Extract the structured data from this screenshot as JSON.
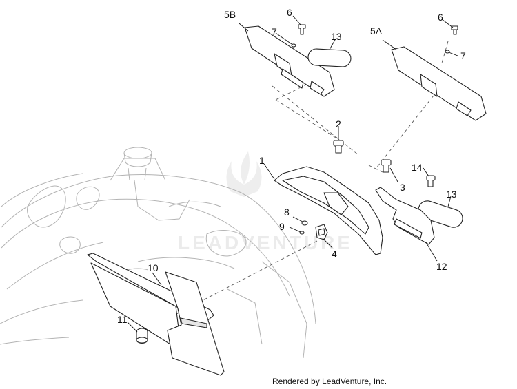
{
  "diagram": {
    "callouts": {
      "c1": "1",
      "c2": "2",
      "c3": "3",
      "c4": "4",
      "c5A": "5A",
      "c5B": "5B",
      "c6a": "6",
      "c6b": "6",
      "c7a": "7",
      "c7b": "7",
      "c8": "8",
      "c9": "9",
      "c10": "10",
      "c11": "11",
      "c12": "12",
      "c13a": "13",
      "c13b": "13",
      "c14": "14"
    },
    "watermark": "LEADVENTURE",
    "footer": "Rendered by LeadVenture, Inc."
  }
}
